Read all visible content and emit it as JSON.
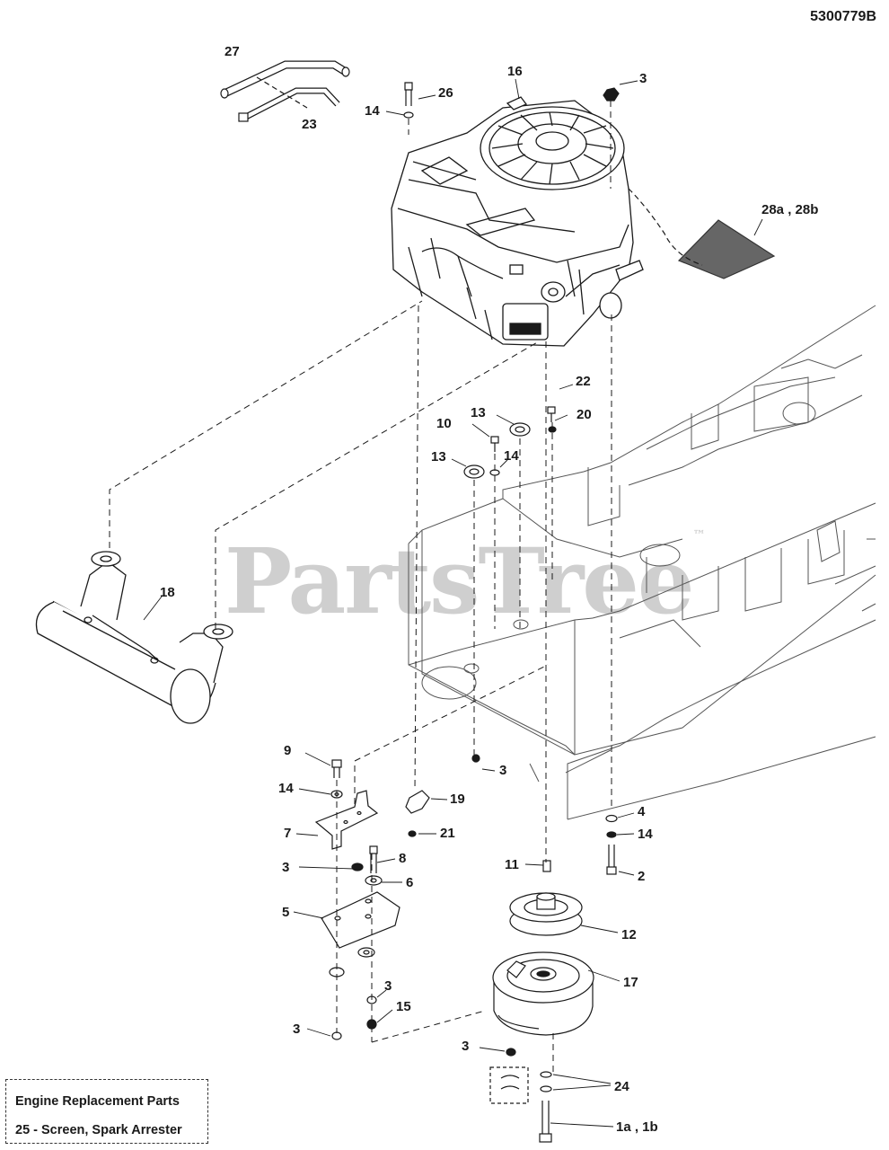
{
  "doc_id": "5300779B",
  "watermark": {
    "text": "PartsTree",
    "mark": "™"
  },
  "legend": {
    "line1": "Engine Replacement Parts",
    "line2": "25 - Screen, Spark Arrester"
  },
  "callouts": {
    "c27": "27",
    "c23": "23",
    "c26": "26",
    "c14a": "14",
    "c16": "16",
    "c3a": "3",
    "c28": "28a , 28b",
    "c22": "22",
    "c13a": "13",
    "c20": "20",
    "c10": "10",
    "c13b": "13",
    "c14b": "14",
    "c18": "18",
    "c9": "9",
    "c14c": "14",
    "c3b": "3",
    "c19": "19",
    "c7": "7",
    "c21": "21",
    "c8": "8",
    "c3c": "3",
    "c6": "6",
    "c4": "4",
    "c14d": "14",
    "c2": "2",
    "c11": "11",
    "c5": "5",
    "c12": "12",
    "c17": "17",
    "c3d": "3",
    "c15": "15",
    "c3e": "3",
    "c3f": "3",
    "c24": "24",
    "c1": "1a , 1b"
  },
  "colors": {
    "line": "#1a1a1a",
    "frame": "#555555",
    "watermark": "#cfcfcf",
    "decal": "#666666"
  }
}
